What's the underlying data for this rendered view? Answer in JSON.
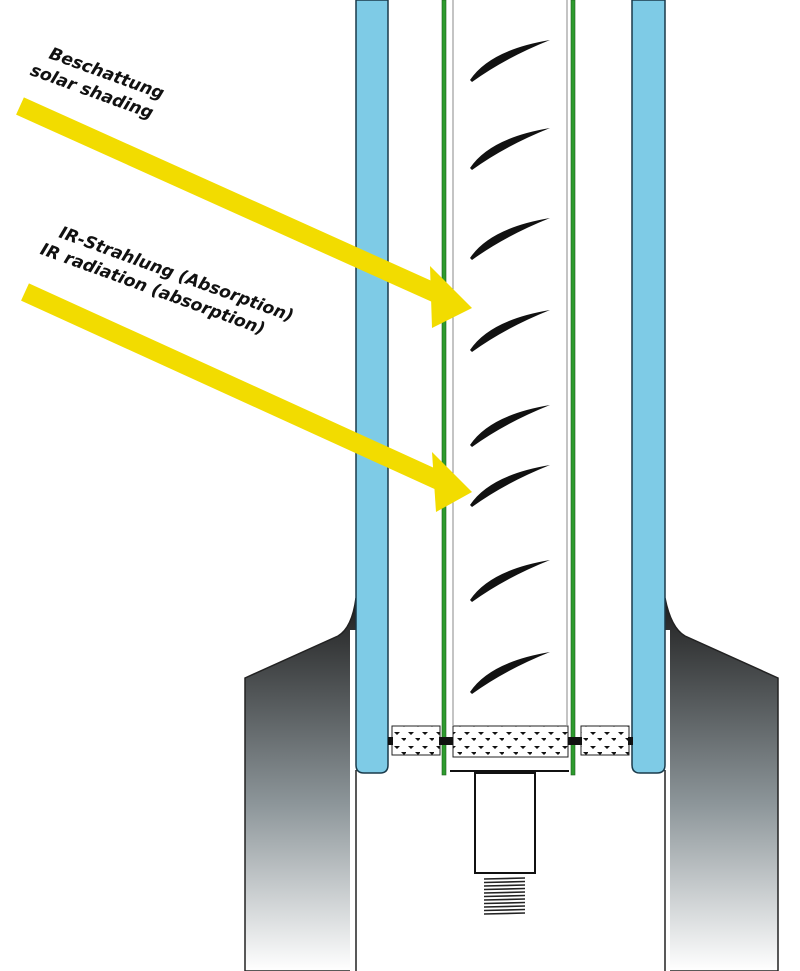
{
  "labels": {
    "shading_de": "Beschattung",
    "shading_en": "solar shading",
    "ir_de": "IR-Strahlung (Absorption)",
    "ir_en": "IR radiation (absorption)"
  },
  "colors": {
    "arrow": "#f2dc00",
    "glass": "#7ecbe6",
    "inner_pane": "#2e9b2e",
    "slat": "#111111",
    "frame_dark": "#1e1e1e"
  }
}
